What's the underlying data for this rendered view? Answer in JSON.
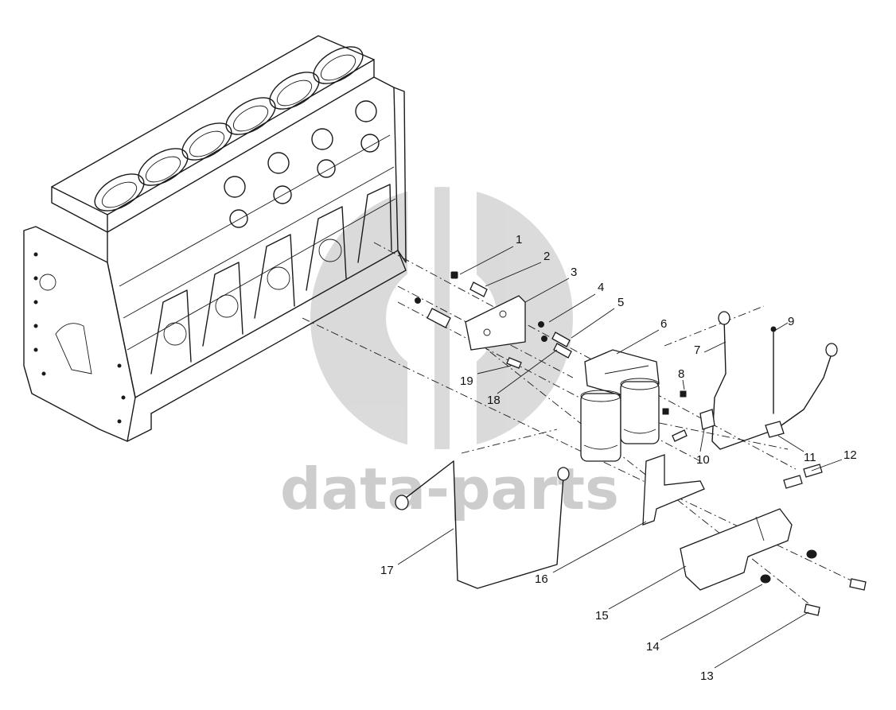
{
  "watermark": {
    "text": "data-parts",
    "color": "#bdbdbd"
  },
  "parts": [
    {
      "number": "1"
    },
    {
      "number": "2"
    },
    {
      "number": "3"
    },
    {
      "number": "4"
    },
    {
      "number": "5"
    },
    {
      "number": "6"
    },
    {
      "number": "7"
    },
    {
      "number": "8"
    },
    {
      "number": "9"
    },
    {
      "number": "10"
    },
    {
      "number": "11"
    },
    {
      "number": "12"
    },
    {
      "number": "13"
    },
    {
      "number": "14"
    },
    {
      "number": "15"
    },
    {
      "number": "16"
    },
    {
      "number": "17"
    },
    {
      "number": "18"
    },
    {
      "number": "19"
    }
  ]
}
